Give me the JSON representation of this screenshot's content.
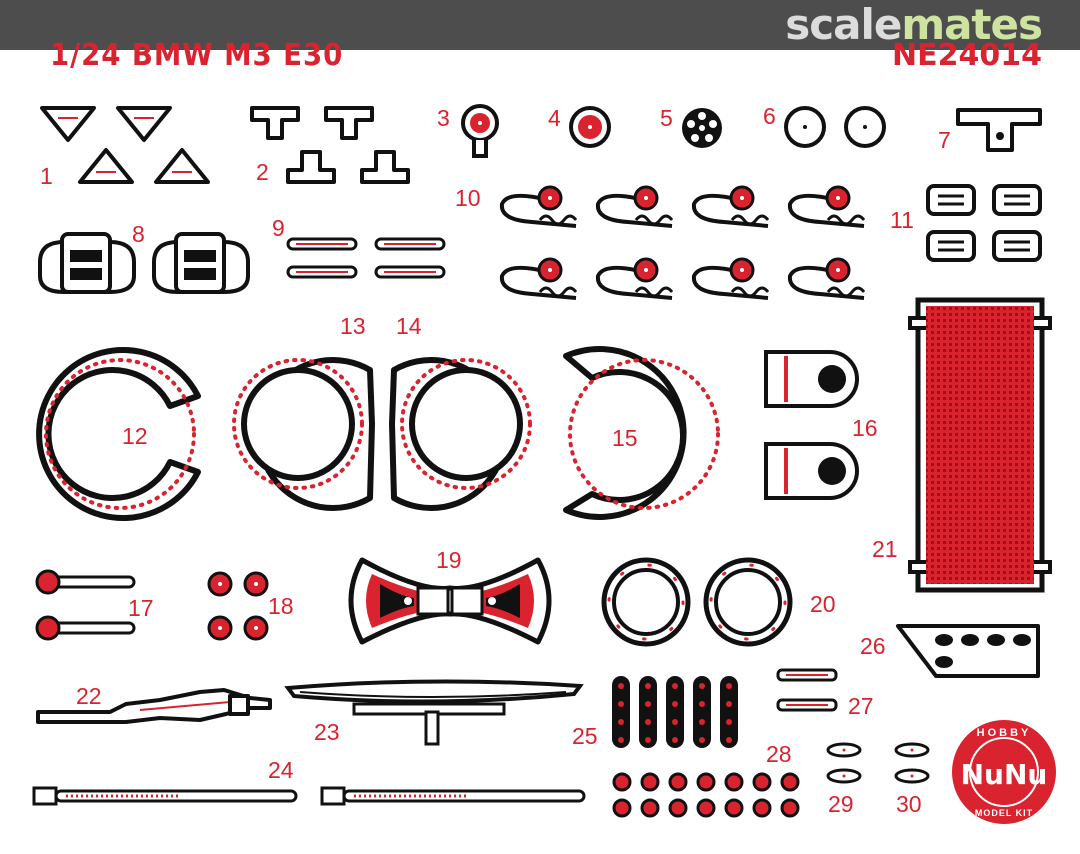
{
  "watermark": {
    "part1": "scale",
    "part2": "mates"
  },
  "sheet": {
    "title": "1/24 BMW M3 E30",
    "code": "NE24014",
    "part_numbers": [
      "1",
      "2",
      "3",
      "4",
      "5",
      "6",
      "7",
      "8",
      "9",
      "10",
      "11",
      "12",
      "13",
      "14",
      "15",
      "16",
      "17",
      "18",
      "19",
      "20",
      "21",
      "22",
      "23",
      "24",
      "25",
      "26",
      "27",
      "28",
      "29",
      "30"
    ]
  },
  "logo": {
    "top_text": "HOBBY",
    "main_text": "NuNu",
    "bottom_text": "MODEL KIT"
  },
  "colors": {
    "accent": "#d9232e",
    "line": "#111111",
    "header": "#4d4d4d"
  }
}
